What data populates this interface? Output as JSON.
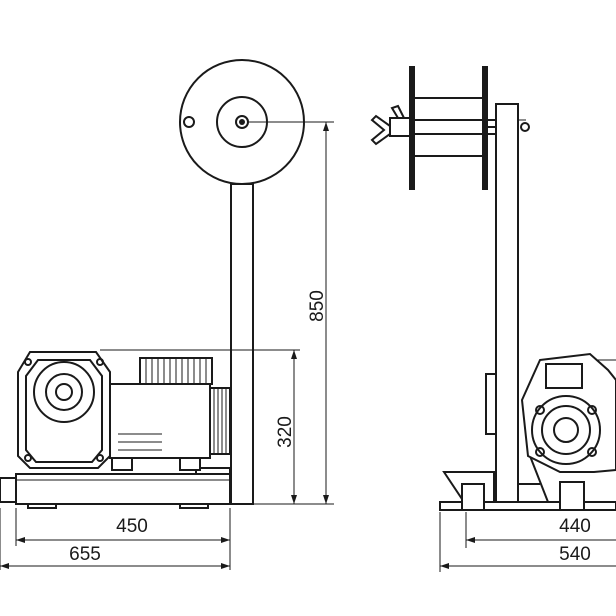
{
  "dimensions": {
    "front_width_base": "450",
    "front_width_total": "655",
    "front_height_motor": "320",
    "front_height_total": "850",
    "side_width_base": "440",
    "side_width_total": "540"
  }
}
